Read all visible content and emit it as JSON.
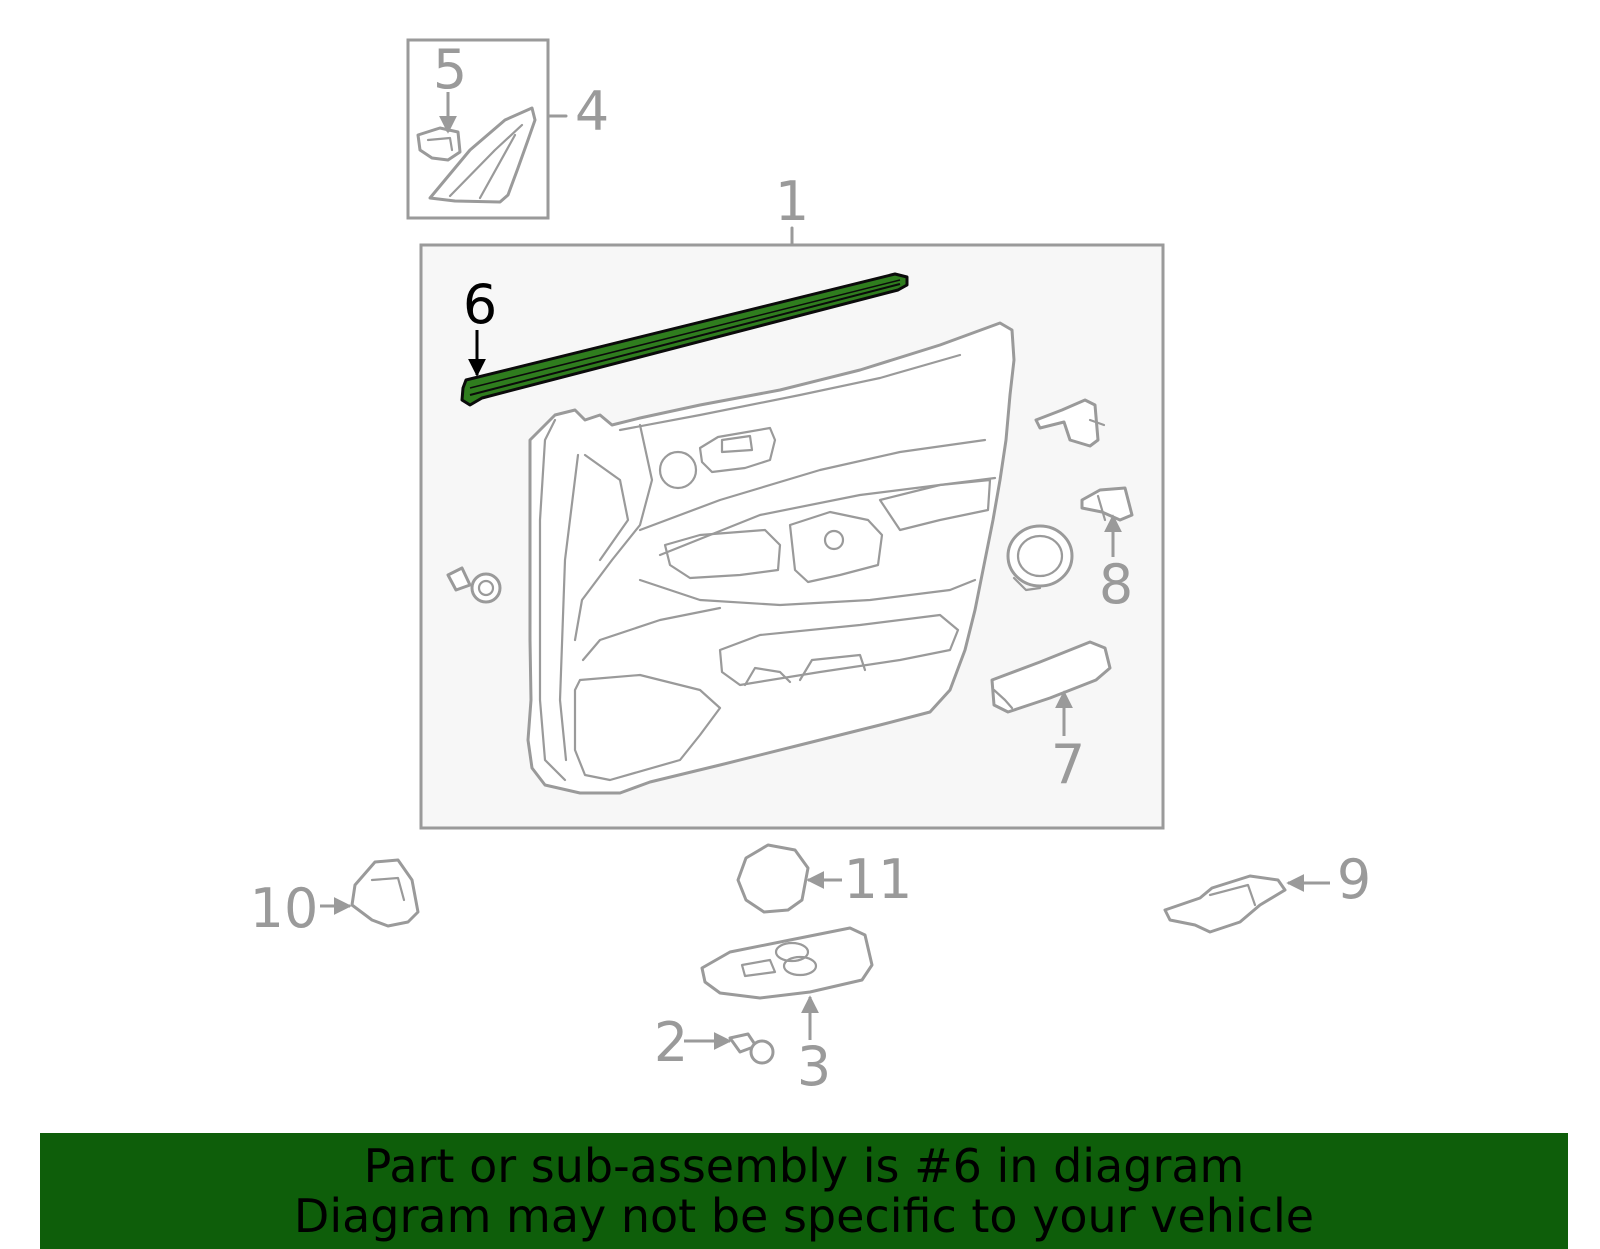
{
  "diagram": {
    "callouts": {
      "c1": "1",
      "c2": "2",
      "c3": "3",
      "c4": "4",
      "c5": "5",
      "c6": "6",
      "c7": "7",
      "c8": "8",
      "c9": "9",
      "c10": "10",
      "c11": "11"
    },
    "highlight_color": "#2f7d1e"
  },
  "banner": {
    "line1": "Part or sub-assembly is #6 in diagram",
    "line2": "Diagram may not be specific to your vehicle",
    "background": "#0e5e0a"
  }
}
